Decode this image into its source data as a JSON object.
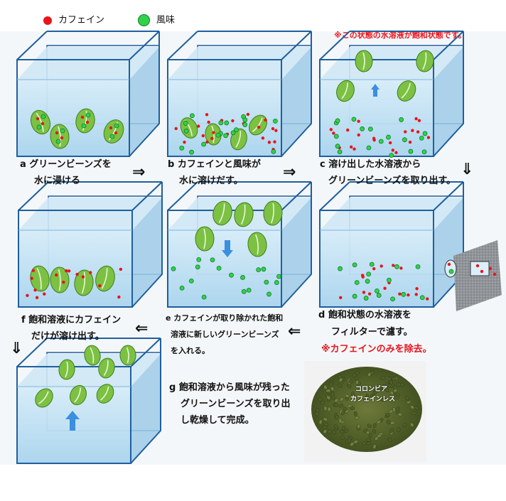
{
  "legend": {
    "caffeine_label": "カフェイン",
    "flavor_label": "風味",
    "caffeine_color": "#e8141c",
    "flavor_color": "#2fd34a"
  },
  "note_saturated": "※この状態の水溶液が飽和状態です。",
  "steps": {
    "a": {
      "line1": "a グリーンビーンズを",
      "line2": "水に浸ける"
    },
    "b": {
      "line1": "b カフェインと風味が",
      "line2": "水に溶けだす。"
    },
    "c": {
      "line1": "c 溶け出した水溶液から",
      "line2": "グリーンビーンズを取り出す。"
    },
    "d": {
      "line1": "d 飽和状態の水溶液を",
      "line2": "フィルターで濾す。",
      "note": "※カフェインのみを除去。"
    },
    "e": {
      "line1": "e カフェインが取り除かれた飽和",
      "line2": "溶液に新しいグリーンビーンズ",
      "line3": "を入れる。"
    },
    "f": {
      "line1": "f 飽和溶液にカフェイン",
      "line2": "だけが溶け出す。"
    },
    "g": {
      "line1": "g 飽和溶液から風味が残った",
      "line2": "グリーンビーンズを取り出",
      "line3": "し乾燥して完成。"
    }
  },
  "arrows": {
    "right": "⇒",
    "left": "⇐",
    "down": "⇓"
  },
  "photo": {
    "line1": "コロンビア",
    "line2": "カフェインレス"
  },
  "colors": {
    "water": "#bfe0f2",
    "bean": "#7cc142",
    "tank_edge": "#1f5f9e",
    "lift_arrow": "#3a8fe0"
  }
}
